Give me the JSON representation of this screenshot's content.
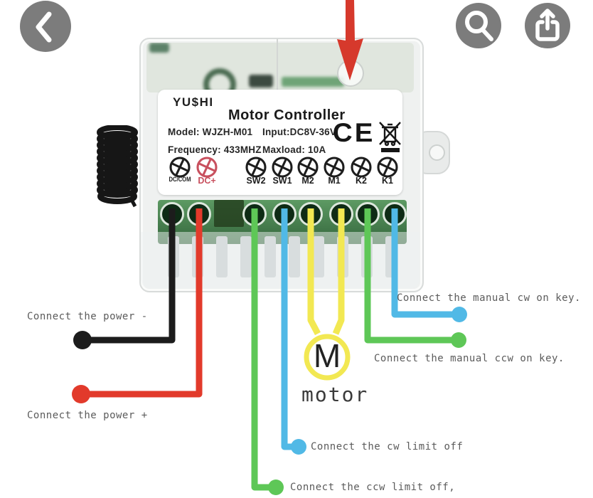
{
  "toolbar": {
    "back_icon": "chevron-left",
    "search_icon": "magnifier",
    "share_icon": "share-up-arrow",
    "button_color": "#7c7c7c"
  },
  "pointer": {
    "shape": "red-down-arrow",
    "color": "#d6392c"
  },
  "device": {
    "brand": "YU$HI",
    "title": "Motor Controller",
    "model": "Model: WJZH-M01",
    "input": "Input:DC8V-36V",
    "frequency": "Frequency: 433MHZ",
    "maxload": "Maxload: 10A",
    "ce_mark": "CE",
    "weee_icon": "crossed-out-wheelie-bin",
    "antenna_icon": "coil-antenna",
    "terminals": [
      "DC/COM",
      "DC+",
      "SW2",
      "SW1",
      "M2",
      "M1",
      "K2",
      "K1"
    ]
  },
  "motor": {
    "symbol": "M",
    "label": "motor"
  },
  "annotations": [
    {
      "id": "power-neg",
      "text": "Connect the power -",
      "wire": "black"
    },
    {
      "id": "power-pos",
      "text": "Connect the power +",
      "wire": "red"
    },
    {
      "id": "manual-cw",
      "text": "Connect the manual cw on key.",
      "wire": "cyan"
    },
    {
      "id": "manual-ccw",
      "text": "Connect the manual ccw on key.",
      "wire": "green"
    },
    {
      "id": "cw-limit",
      "text": "Connect the cw limit off",
      "wire": "cyan"
    },
    {
      "id": "ccw-limit",
      "text": "Connect the ccw limit off,",
      "wire": "green"
    }
  ],
  "colors": {
    "black": "#1c1c1c",
    "red": "#e23a2b",
    "green": "#5ec757",
    "cyan": "#51b9e6",
    "yellow": "#f2e852",
    "arrow_red": "#d6392c",
    "accent_dc_plus": "#c8505e",
    "terminal_green": "#3f7d49",
    "annotation_text": "#5b5b5b"
  }
}
